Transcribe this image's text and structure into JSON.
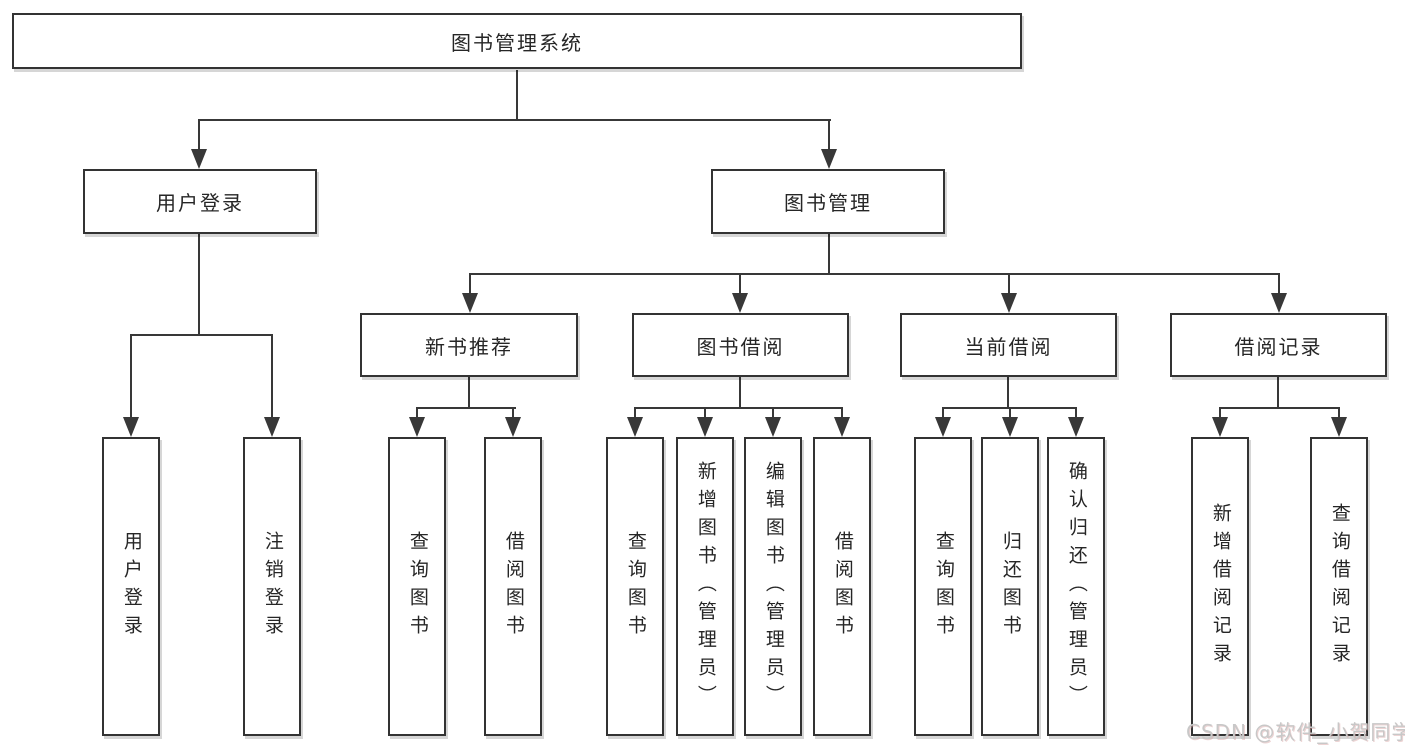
{
  "diagram": {
    "root": {
      "label": "图书管理系统"
    },
    "user_branch": {
      "label": "用户登录",
      "children": [
        {
          "label": "用户登录"
        },
        {
          "label": "注销登录"
        }
      ]
    },
    "book_branch": {
      "label": "图书管理",
      "groups": [
        {
          "label": "新书推荐",
          "children": [
            {
              "label": "查询图书"
            },
            {
              "label": "借阅图书"
            }
          ]
        },
        {
          "label": "图书借阅",
          "children": [
            {
              "label": "查询图书"
            },
            {
              "label": "新增图书（管理员）"
            },
            {
              "label": "编辑图书（管理员）"
            },
            {
              "label": "借阅图书"
            }
          ]
        },
        {
          "label": "当前借阅",
          "children": [
            {
              "label": "查询图书"
            },
            {
              "label": "归还图书"
            },
            {
              "label": "确认归还（管理员）"
            }
          ]
        },
        {
          "label": "借阅记录",
          "children": [
            {
              "label": "新增借阅记录"
            },
            {
              "label": "查询借阅记录"
            }
          ]
        }
      ]
    }
  },
  "watermark": {
    "text": "CSDN @软件_小贺同学"
  },
  "colors": {
    "line": "#383838",
    "box_border": "#333333",
    "text": "#262626",
    "background": "#ffffff",
    "watermark": "#c8c8c8"
  }
}
